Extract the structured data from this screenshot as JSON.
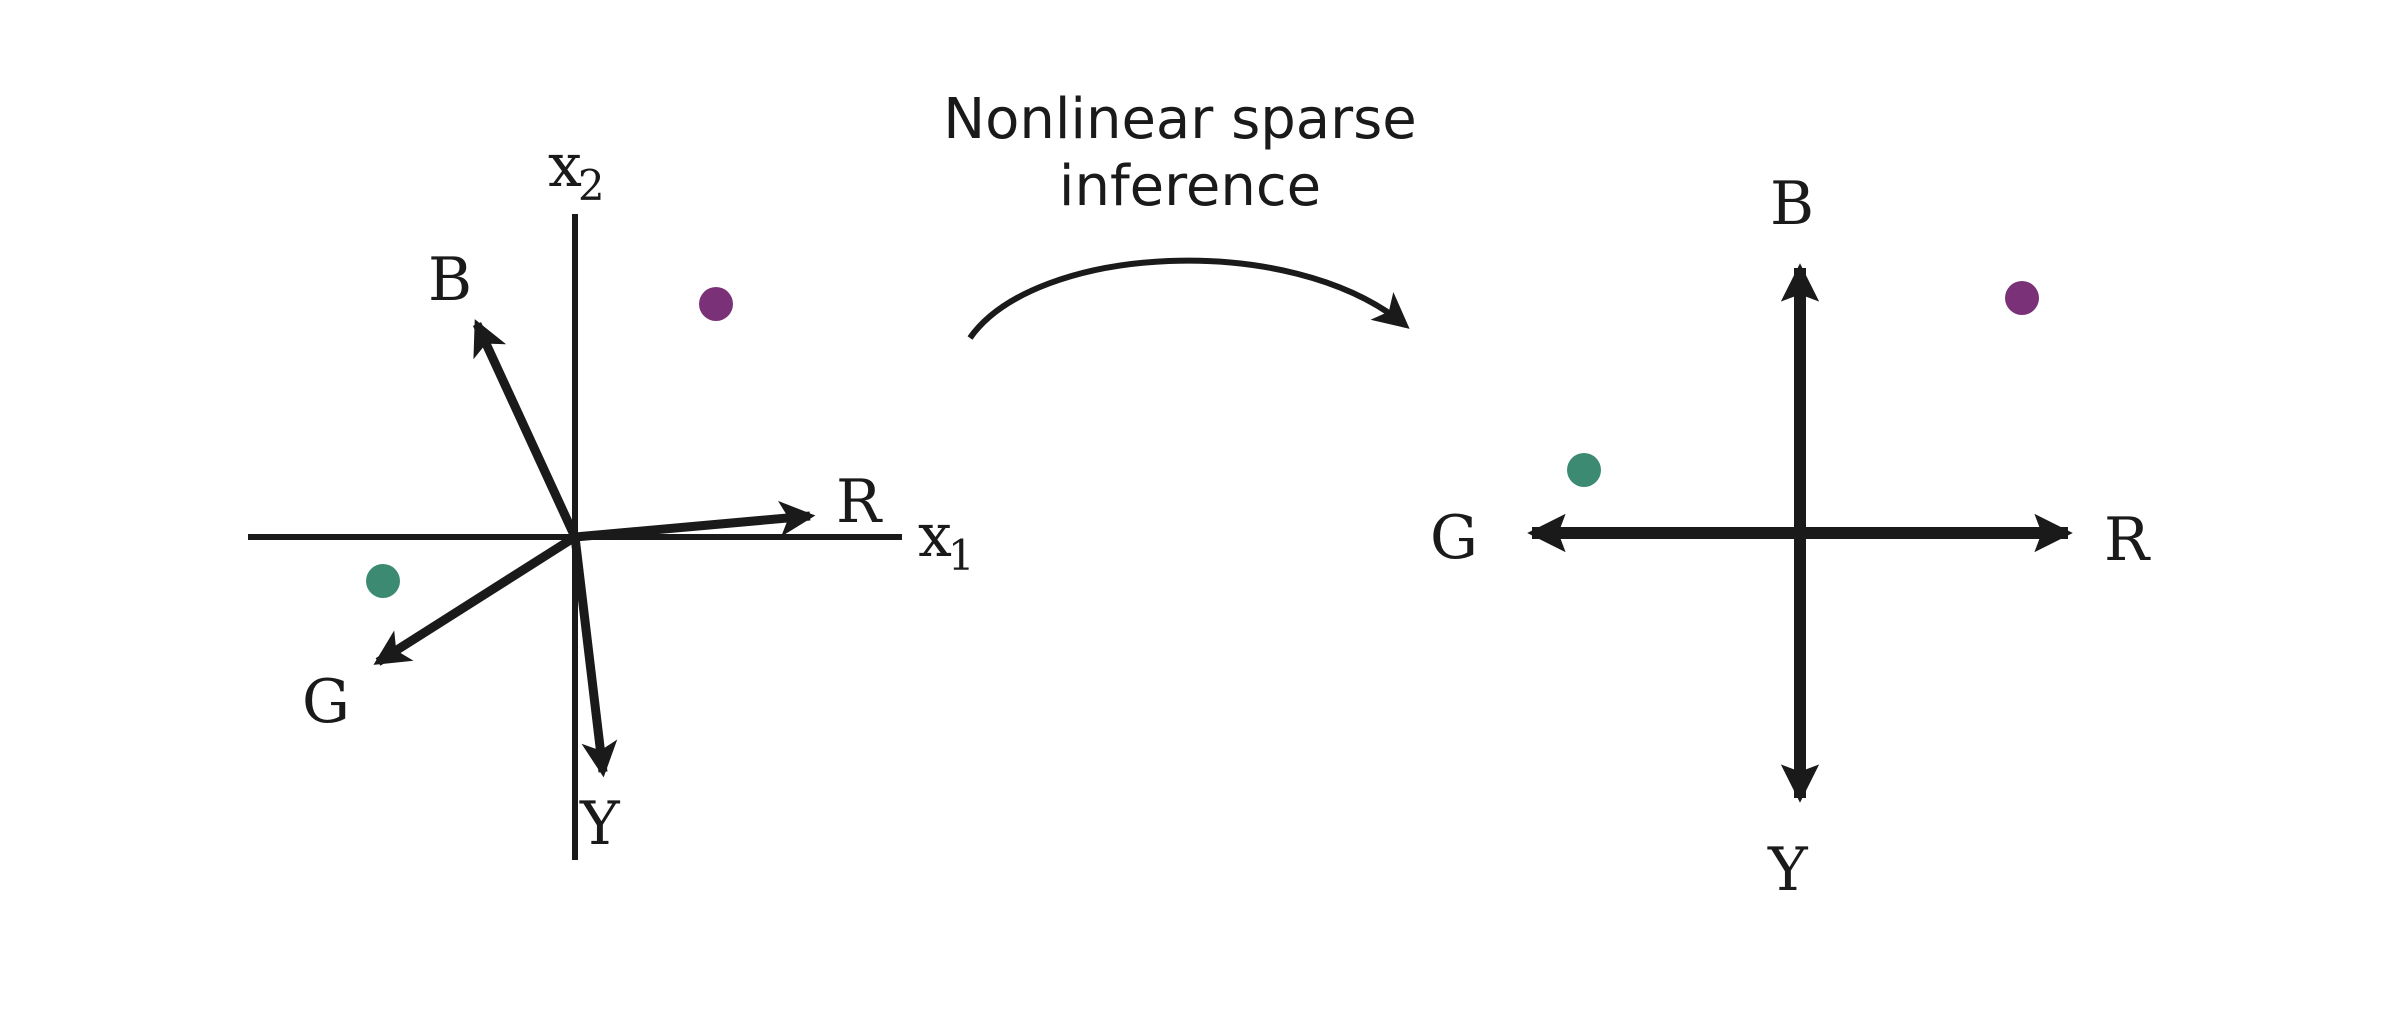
{
  "caption": {
    "line1": "Nonlinear sparse",
    "line2": "inference"
  },
  "left_panel": {
    "axis_x": {
      "label": "x",
      "subscript": "1"
    },
    "axis_y": {
      "label": "x",
      "subscript": "2"
    },
    "vectors": {
      "r": "R",
      "b": "B",
      "g": "G",
      "y": "Y"
    }
  },
  "right_panel": {
    "vectors": {
      "r": "R",
      "b": "B",
      "g": "G",
      "y": "Y"
    }
  },
  "colors": {
    "ink": "#1a1a1a",
    "purple_dot": "#7a3178",
    "green_dot": "#3d8a73"
  }
}
